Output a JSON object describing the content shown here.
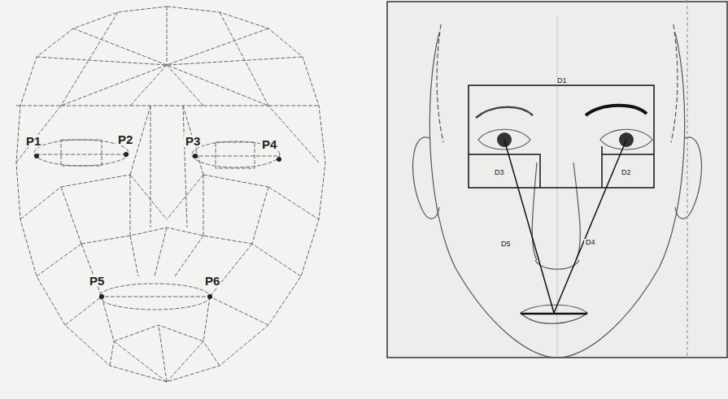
{
  "diagram": {
    "labels": [
      "P1",
      "P2",
      "P3",
      "P4",
      "P5",
      "P6",
      "D1",
      "D3",
      "D2",
      "D5",
      "D4"
    ]
  }
}
